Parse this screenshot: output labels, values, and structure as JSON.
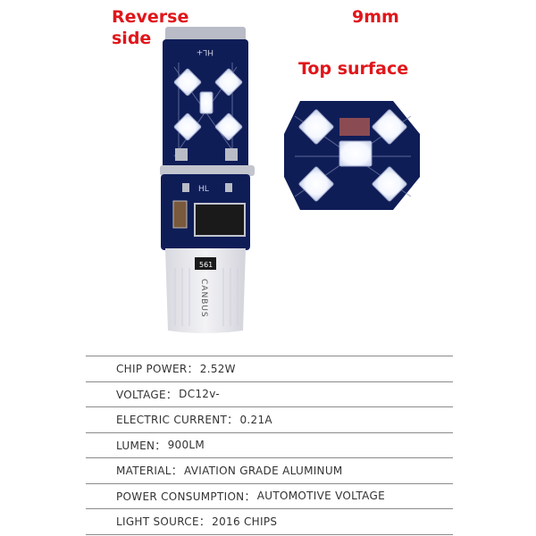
{
  "labels": {
    "reverse_line1": "Reverse",
    "reverse_line2": "side",
    "size": "9mm",
    "top_surface": "Top surface"
  },
  "board_markings": {
    "top_text": "HL+",
    "mid_text": "HL",
    "resistor_code": "561",
    "canbus_text": "CANBUS"
  },
  "specs": [
    {
      "label": "CHIP POWER：",
      "value": "2.52W"
    },
    {
      "label": "VOLTAGE：",
      "value": "DC12v-"
    },
    {
      "label": "ELECTRIC CURRENT：",
      "value": "0.21A"
    },
    {
      "label": "LUMEN：",
      "value": "900LM"
    },
    {
      "label": "MATERIAL：",
      "value": "AVIATION GRADE ALUMINUM"
    },
    {
      "label": "POWER CONSUMPTION：",
      "value": "AUTOMOTIVE VOLTAGE"
    },
    {
      "label": "LIGHT SOURCE：",
      "value": "2016 CHIPS"
    }
  ],
  "colors": {
    "accent_red": "#e0161b",
    "pcb_blue": "#0f1d57",
    "base_white": "#e9e9ee",
    "divider": "#8a8a8a"
  }
}
